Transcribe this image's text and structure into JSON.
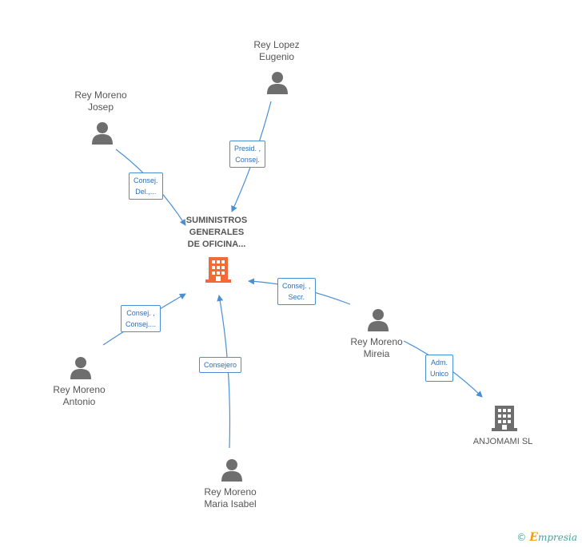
{
  "colors": {
    "person": "#6e6e6e",
    "edge": "#4a8fd6",
    "center_company": "#f26a36",
    "other_company": "#6e6e6e"
  },
  "center": {
    "name": "SUMINISTROS\nGENERALES\nDE OFICINA...",
    "icon": "building-icon"
  },
  "people": [
    {
      "id": "rey-lopez-eugenio",
      "name": "Rey Lopez\nEugenio",
      "icon": "person-icon"
    },
    {
      "id": "rey-moreno-josep",
      "name": "Rey Moreno\nJosep",
      "icon": "person-icon"
    },
    {
      "id": "rey-moreno-antonio",
      "name": "Rey Moreno\nAntonio",
      "icon": "person-icon"
    },
    {
      "id": "rey-moreno-maria-isabel",
      "name": "Rey Moreno\nMaria Isabel",
      "icon": "person-icon"
    },
    {
      "id": "rey-moreno-mireia",
      "name": "Rey Moreno\nMireia",
      "icon": "person-icon"
    }
  ],
  "companies": [
    {
      "id": "anjomami-sl",
      "name": "ANJOMAMI SL",
      "icon": "building-icon"
    }
  ],
  "edges": [
    {
      "from": "rey-lopez-eugenio",
      "to": "center",
      "label": "Presid. ,\nConsej."
    },
    {
      "from": "rey-moreno-josep",
      "to": "center",
      "label": "Consej.\nDel.,..."
    },
    {
      "from": "rey-moreno-antonio",
      "to": "center",
      "label": "Consej. ,\nConsej...."
    },
    {
      "from": "rey-moreno-maria-isabel",
      "to": "center",
      "label": "Consejero"
    },
    {
      "from": "rey-moreno-mireia",
      "to": "center",
      "label": "Consej. ,\nSecr."
    },
    {
      "from": "rey-moreno-mireia",
      "to": "anjomami-sl",
      "label": "Adm.\nUnico"
    }
  ],
  "footer": {
    "copyright": "©",
    "brand_initial": "E",
    "brand_rest": "mpresia"
  }
}
